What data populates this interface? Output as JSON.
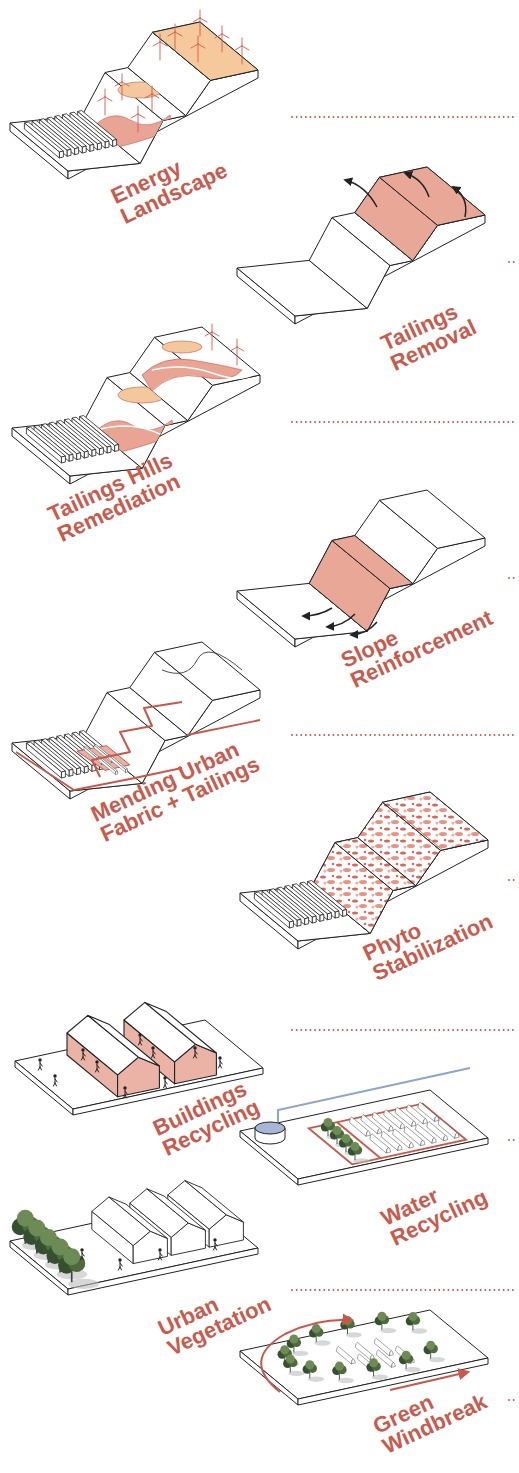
{
  "diagram": {
    "labels": [
      "Energy Landscape",
      "Tailings Removal",
      "Tailings Hills Remediation",
      "Slope Reinforcement",
      "Mending Urban Fabric + Tailings",
      "Phyto Stabilization",
      "Buildings Recycling",
      "Water Recycling",
      "Urban Vegetation",
      "Green Windbreak"
    ]
  }
}
